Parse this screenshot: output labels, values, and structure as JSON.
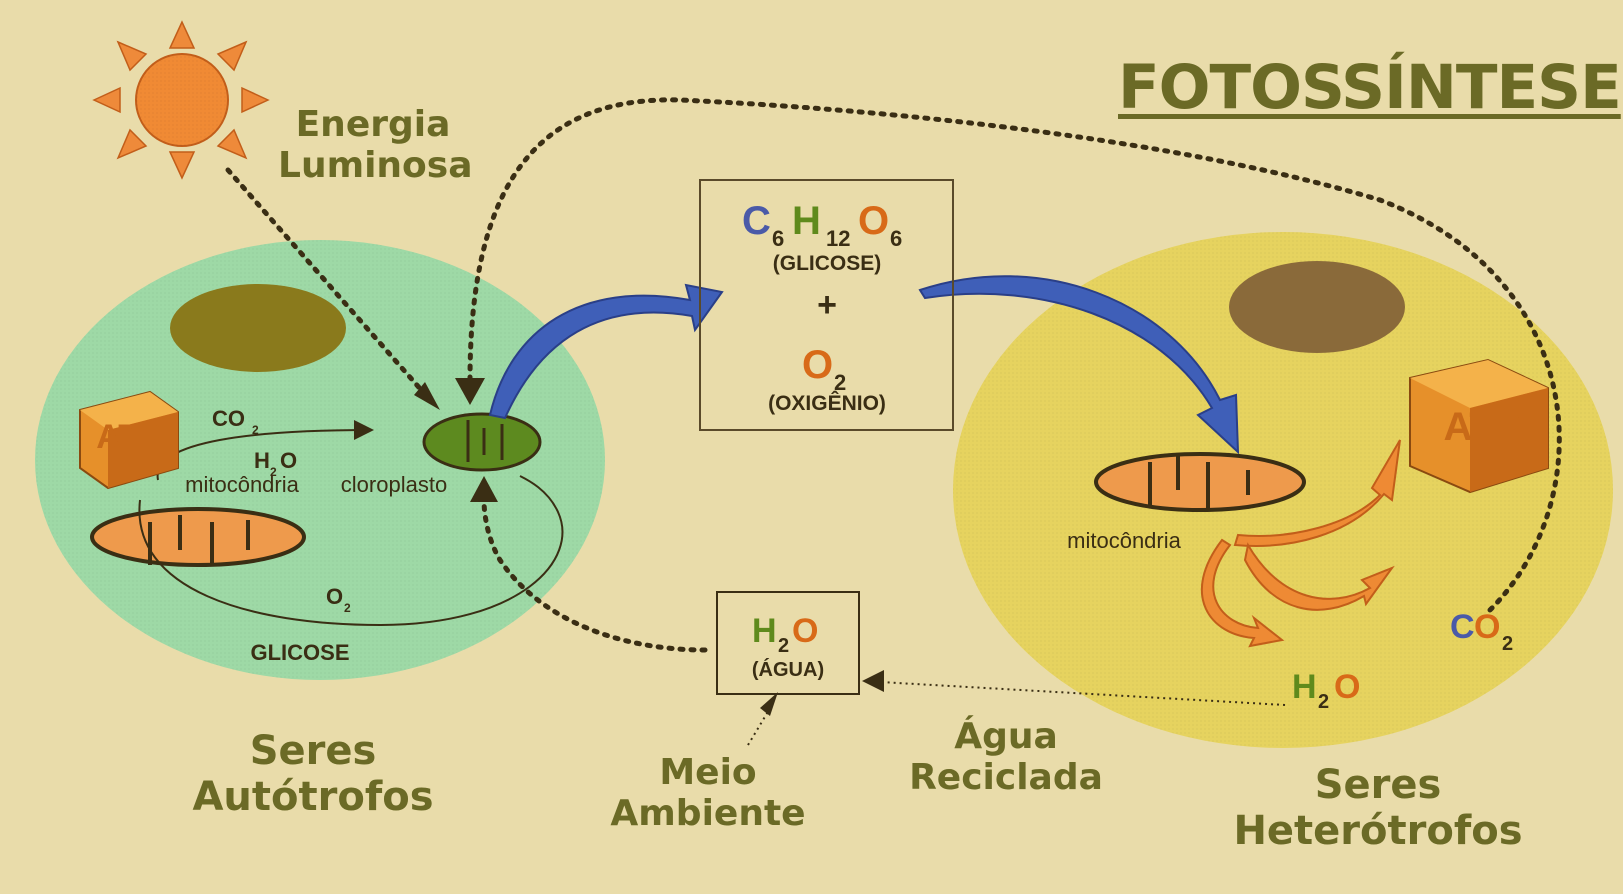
{
  "title": "FOTOSSÍNTESE",
  "labels": {
    "energy_line1": "Energia",
    "energy_line2": "Luminosa",
    "autotrophs": "Seres Autótrofos",
    "heterotrophs": "Seres Heterótrofos",
    "environment_line1": "Meio",
    "environment_line2": "Ambiente",
    "recycled_line1": "Água",
    "recycled_line2": "Reciclada"
  },
  "products": {
    "glucose_c": "C",
    "glucose_c_sub": "6",
    "glucose_h": "H",
    "glucose_h_sub": "12",
    "glucose_o": "O",
    "glucose_o_sub": "6",
    "glucose_name": "(GLICOSE)",
    "plus": "+",
    "oxygen_o": "O",
    "oxygen_sub": "2",
    "oxygen_name": "(OXIGÊNIO)"
  },
  "water_box": {
    "h": "H",
    "sub": "2",
    "o": "O",
    "name": "(ÁGUA)"
  },
  "autotroph_cell": {
    "co2": "CO",
    "co2_sub": "2",
    "h2o": "H",
    "h2o_sub": "2",
    "h2o_o": "O",
    "mitochondria": "mitocôndria",
    "chloroplast": "cloroplasto",
    "o2": "O",
    "o2_sub": "2",
    "glucose": "GLICOSE",
    "atp": "ATP"
  },
  "heterotroph_cell": {
    "mitochondria": "mitocôndria",
    "co2_c": "C",
    "co2_o": "O",
    "co2_sub": "2",
    "h2o_h": "H",
    "h2o_sub": "2",
    "h2o_o": "O",
    "atp": "ATP"
  },
  "colors": {
    "background": "#e9dcaa",
    "label": "#6b6a26",
    "autotroph_cell": "#9ed9a6",
    "heterotroph_cell": "#e6d35f",
    "nucleus_autotroph": "#8a7a1c",
    "nucleus_heterotroph": "#8a6a3a",
    "chloroplast": "#5d8a1f",
    "mitochondria": "#ee9a4c",
    "big_arrow": "#3f5fb8",
    "atp": "#e6902a",
    "carbon": "#4a5aa8",
    "hydrogen": "#5f8a1c",
    "oxygen": "#d86a18"
  }
}
